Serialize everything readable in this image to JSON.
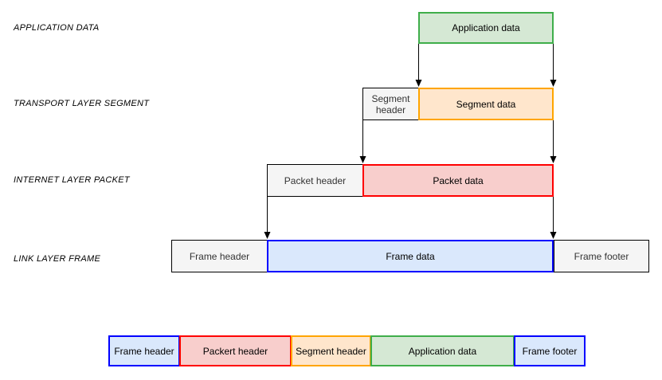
{
  "palette": {
    "green_fill": "#d5e8d4",
    "green_stroke": "#3fae4a",
    "orange_fill": "#ffe6cc",
    "orange_stroke": "#ffa500",
    "red_fill": "#f8cecc",
    "red_stroke": "#ff0000",
    "blue_fill": "#dae8fc",
    "blue_stroke": "#0000ff",
    "gray_fill": "#f5f5f5",
    "gray_stroke": "#000000",
    "gray_text": "#333333",
    "line_color": "#000000"
  },
  "layers": {
    "application": {
      "label": "APPLICATION DATA",
      "data_box": "Application data"
    },
    "transport": {
      "label": "TRANSPORT LAYER SEGMENT",
      "header_box": "Segment header",
      "data_box": "Segment data"
    },
    "internet": {
      "label": "INTERNET LAYER PACKET",
      "header_box": "Packet header",
      "data_box": "Packet data"
    },
    "link": {
      "label": "LINK LAYER FRAME",
      "header_box": "Frame header",
      "data_box": "Frame data",
      "footer_box": "Frame footer"
    }
  },
  "assembled_frame": {
    "segments": [
      {
        "text": "Frame header",
        "color": "blue"
      },
      {
        "text": "Packert header",
        "color": "red"
      },
      {
        "text": "Segment header",
        "color": "orange"
      },
      {
        "text": "Application data",
        "color": "green"
      },
      {
        "text": "Frame footer",
        "color": "blue"
      }
    ]
  }
}
